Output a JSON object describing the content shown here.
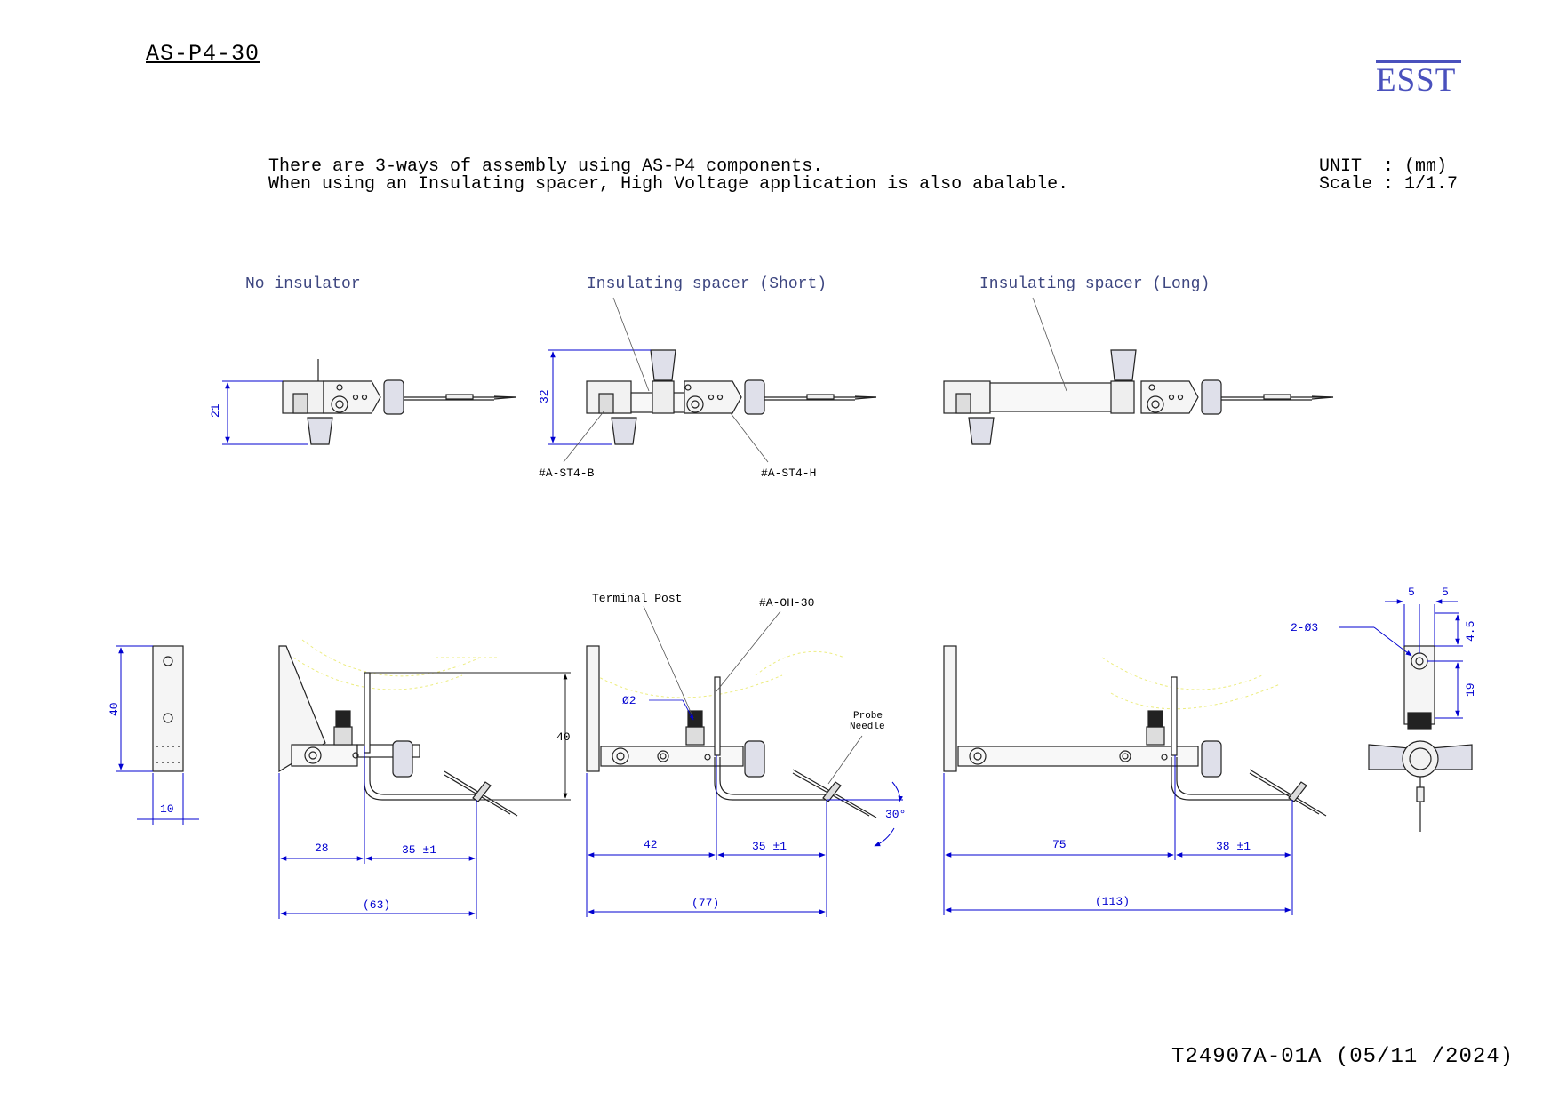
{
  "header": {
    "part_number": "AS-P4-30",
    "logo_text": "ESST"
  },
  "description": {
    "line1": "There are 3-ways of assembly using AS-P4 components.",
    "line2": "When using an Insulating spacer, High Voltage application is also abalable."
  },
  "units": {
    "unit_line": "UNIT  : (mm)",
    "scale_line": "Scale : 1/1.7"
  },
  "configurations": {
    "no_insulator": "No insulator",
    "short_spacer": "Insulating spacer (Short)",
    "long_spacer": "Insulating spacer (Long)"
  },
  "top_view": {
    "dim_height_a": "21",
    "dim_height_b": "32",
    "label_base": "#A-ST4-B",
    "label_holder": "#A-ST4-H"
  },
  "bracket": {
    "dim_height": "40",
    "dim_width": "10"
  },
  "side_view": {
    "label_terminal_post": "Terminal Post",
    "label_holder": "#A-OH-30",
    "label_diameter": "Ø2",
    "label_probe_line1": "Probe",
    "label_probe_line2": "Needle",
    "dim_height": "40",
    "dim_angle": "30°",
    "config1": {
      "dim_a": "28",
      "dim_b": "35 ±1",
      "dim_total": "(63)"
    },
    "config2": {
      "dim_a": "42",
      "dim_b": "35 ±1",
      "dim_total": "(77)"
    },
    "config3": {
      "dim_a": "75",
      "dim_b": "38 ±1",
      "dim_total": "(113)"
    }
  },
  "end_view": {
    "dim_top_a": "5",
    "dim_top_b": "5",
    "label_holes": "2-Ø3",
    "dim_right_a": "4.5",
    "dim_right_b": "19"
  },
  "footer": {
    "doc_number": "T24907A-01A (05/11 /2024)"
  },
  "colors": {
    "dimension": "#0000d0",
    "label": "#3d4680",
    "logo": "#4a51bd",
    "hatch": "#e8e860"
  }
}
